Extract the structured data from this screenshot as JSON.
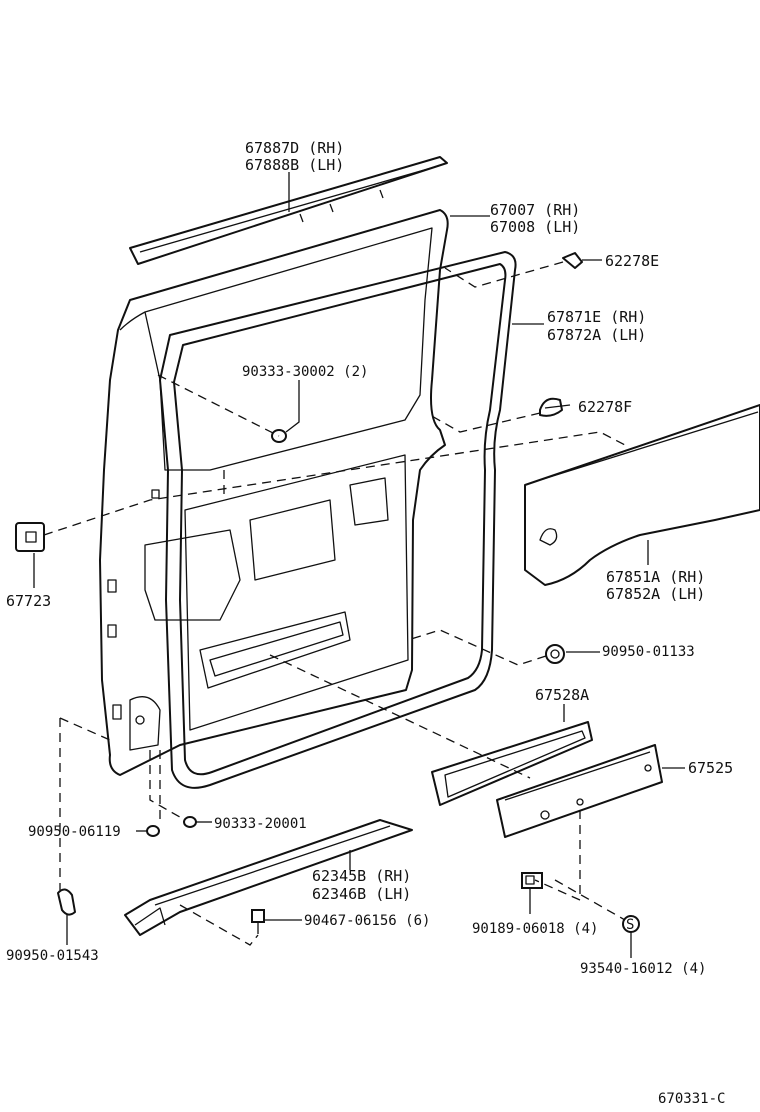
{
  "diagram_code": "670331-C",
  "labels": {
    "l1a": "67887D (RH)",
    "l1b": "67888B (LH)",
    "l2a": "67007 (RH)",
    "l2b": "67008 (LH)",
    "l3": "62278E",
    "l4a": "67871E (RH)",
    "l4b": "67872A (LH)",
    "l5": "90333-30002 (2)",
    "l6": "62278F",
    "l7": "67723",
    "l8a": "67851A (RH)",
    "l8b": "67852A (LH)",
    "l9": "90950-01133",
    "l10": "67528A",
    "l11": "67525",
    "l12": "90950-06119",
    "l13": "90333-20001",
    "l14a": "62345B (RH)",
    "l14b": "62346B (LH)",
    "l15": "90467-06156 (6)",
    "l16": "90189-06018 (4)",
    "l17": "93540-16012 (4)",
    "l18": "90950-01543"
  },
  "icons": {
    "screw_symbol": "S"
  }
}
